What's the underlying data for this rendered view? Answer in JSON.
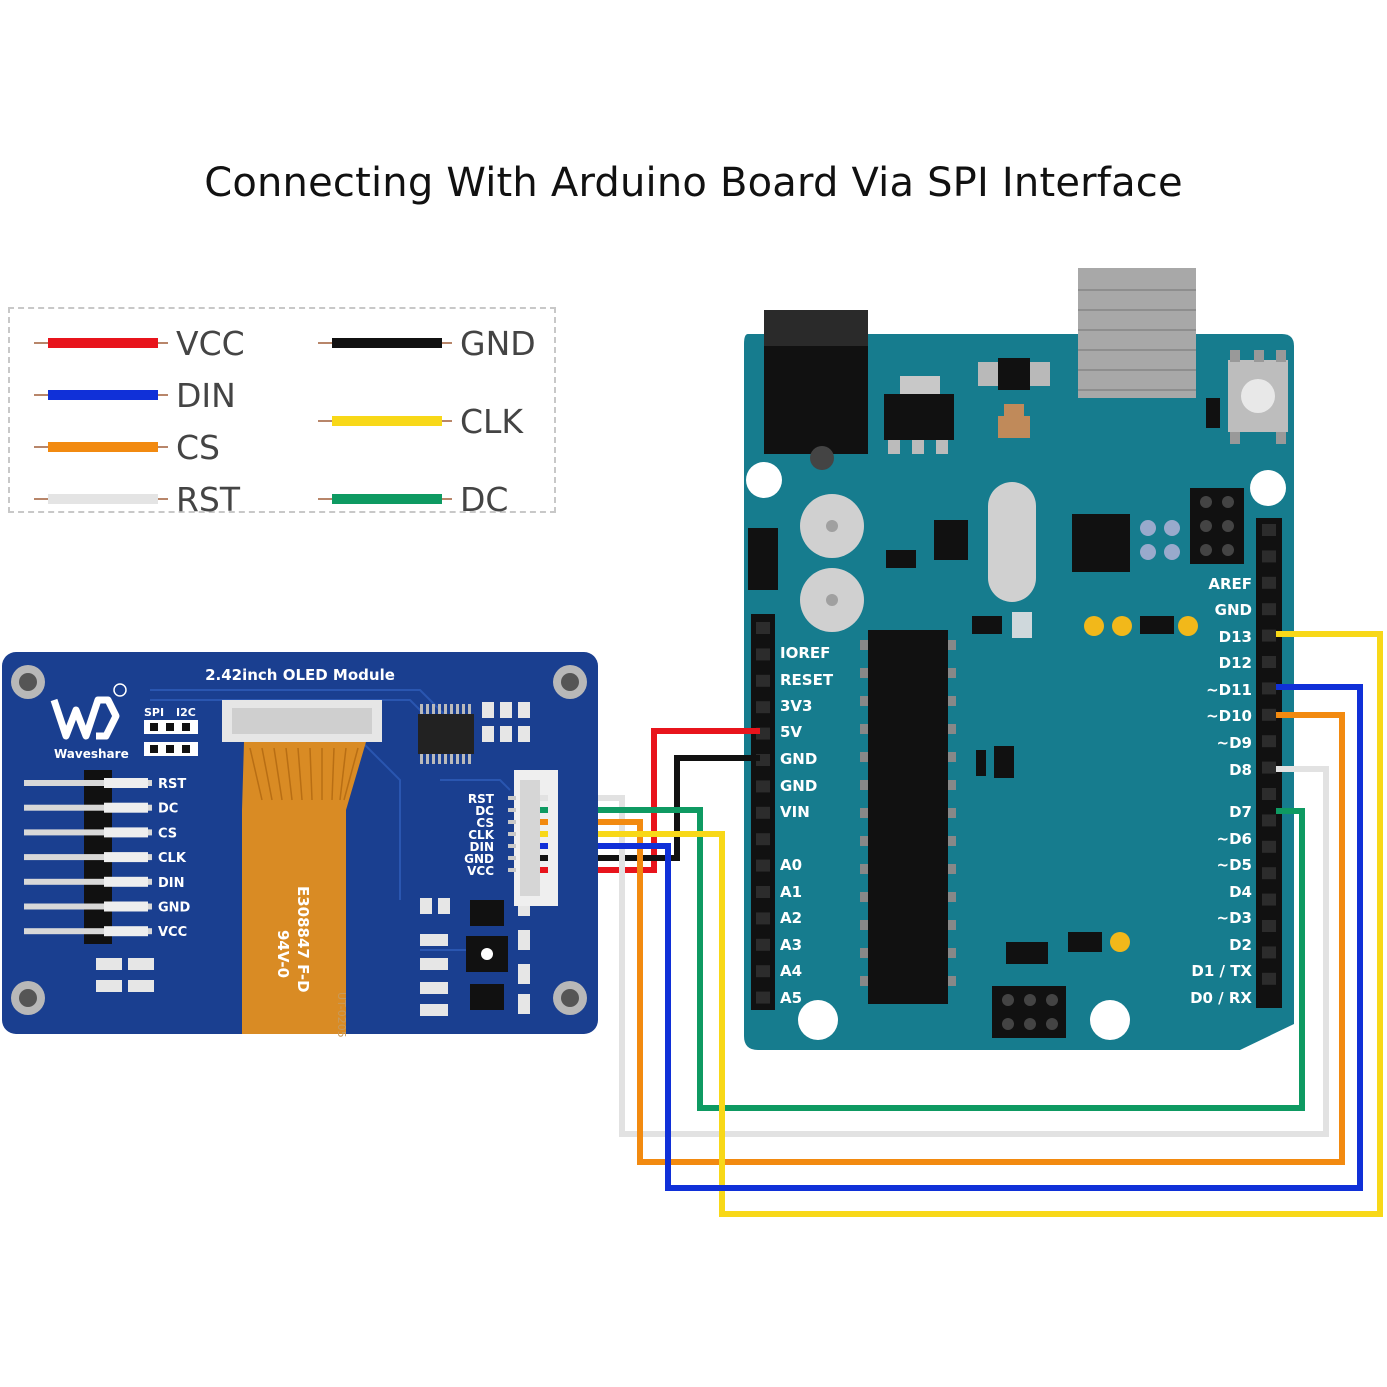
{
  "title": "Connecting With Arduino Board Via SPI Interface",
  "legend": {
    "items": [
      {
        "label": "VCC",
        "color": "#e8141c"
      },
      {
        "label": "DIN",
        "color": "#1030d8"
      },
      {
        "label": "CS",
        "color": "#f28a10"
      },
      {
        "label": "RST",
        "color": "#e4e4e4"
      },
      {
        "label": "GND",
        "color": "#111111"
      },
      {
        "label": "CLK",
        "color": "#f8d818"
      },
      {
        "label": "DC",
        "color": "#0e9a62"
      }
    ]
  },
  "oled_module": {
    "title": "2.42inch OLED Module",
    "brand": "Waveshare",
    "interface_labels": [
      "SPI",
      "I2C"
    ],
    "header_pins": [
      "RST",
      "DC",
      "CS",
      "CLK",
      "DIN",
      "GND",
      "VCC"
    ],
    "connector_pins": [
      "RST",
      "DC",
      "CS",
      "CLK",
      "DIN",
      "GND",
      "VCC"
    ],
    "flex_marking_1": "E308847  F-D",
    "flex_marking_2": "94V-0",
    "side_marking": "UT-0205"
  },
  "arduino": {
    "left_pins": [
      "IOREF",
      "RESET",
      "3V3",
      "5V",
      "GND",
      "GND",
      "VIN",
      "A0",
      "A1",
      "A2",
      "A3",
      "A4",
      "A5"
    ],
    "right_pins": [
      "AREF",
      "GND",
      "D13",
      "D12",
      "~D11",
      "~D10",
      "~D9",
      "D8",
      "D7",
      "~D6",
      "~D5",
      "D4",
      "~D3",
      "D2",
      "D1 / TX",
      "D0 / RX"
    ]
  }
}
